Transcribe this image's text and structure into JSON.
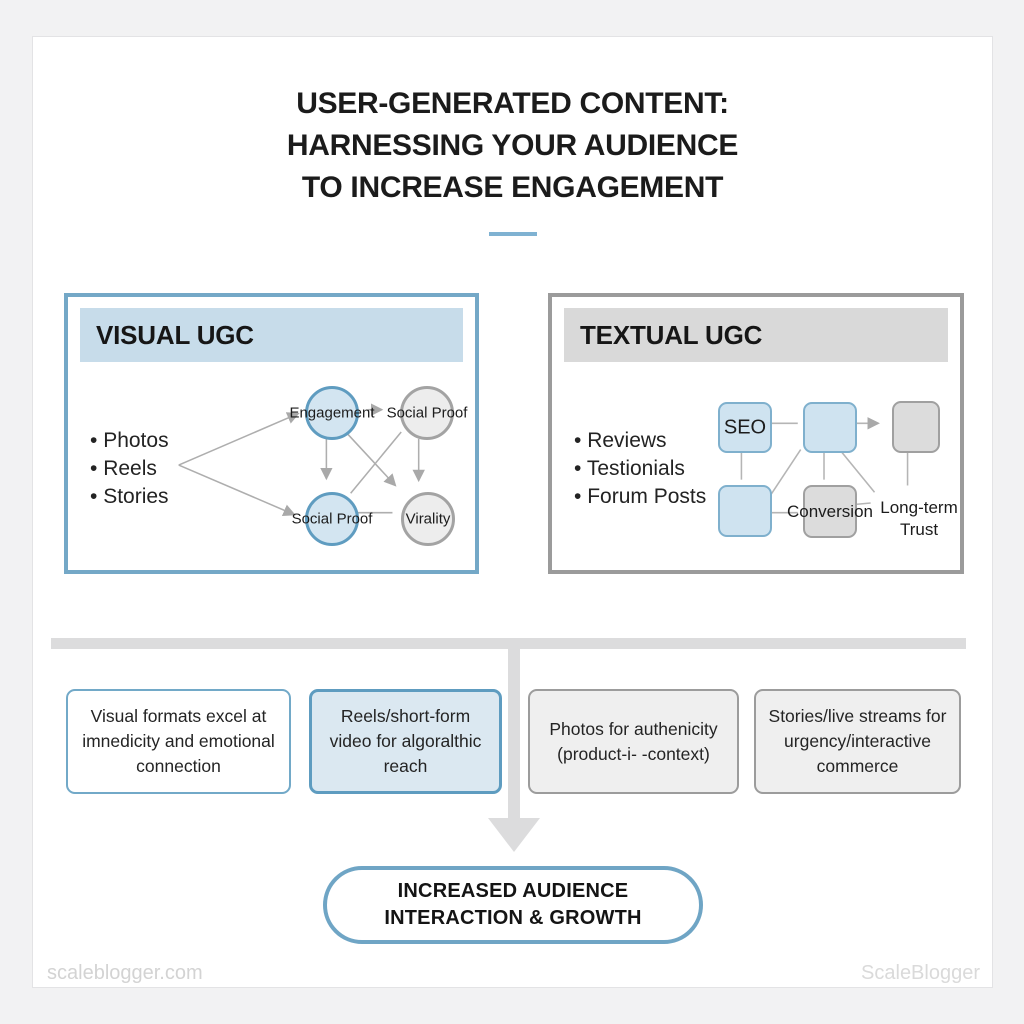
{
  "title": {
    "line1": "USER-GENERATED CONTENT:",
    "line2": "HARNESSING YOUR AUDIENCE",
    "line3": "TO INCREASE ENGAGEMENT"
  },
  "panels": {
    "visual": {
      "header": "VISUAL UGC",
      "items": [
        "Photos",
        "Reels",
        "Stories"
      ],
      "nodes": {
        "engagement": "Engagement",
        "social_proof_top": "Social Proof",
        "social_proof_bottom": "Social Proof",
        "virality": "Virality"
      }
    },
    "textual": {
      "header": "TEXTUAL UGC",
      "items": [
        "Reviews",
        "Testionials",
        "Forum Posts"
      ],
      "nodes": {
        "seo": "SEO",
        "conversion": "Conversion",
        "long_term_line1": "Long-term",
        "long_term_line2": "Trust"
      }
    }
  },
  "benefits": [
    "Visual formats excel at imnedicity and emotional connection",
    "Reels/short-form video for algoralthic reach",
    "Photos for authenicity (product-i- -context)",
    "Stories/live streams for urgency/interactive commerce"
  ],
  "outcome": {
    "line1": "INCREASED AUDIENCE",
    "line2": "INTERACTION & GROWTH"
  },
  "footer": {
    "left": "scaleblogger.com",
    "right": "ScaleBlogger"
  },
  "colors": {
    "accent_blue": "#6fa5c5",
    "node_blue_fill": "#d3e5f1",
    "header_blue": "#c7dcea",
    "gray_border": "#9b9b9b",
    "header_gray": "#d9d9d9",
    "arrow_gray": "#dcdcdd"
  }
}
